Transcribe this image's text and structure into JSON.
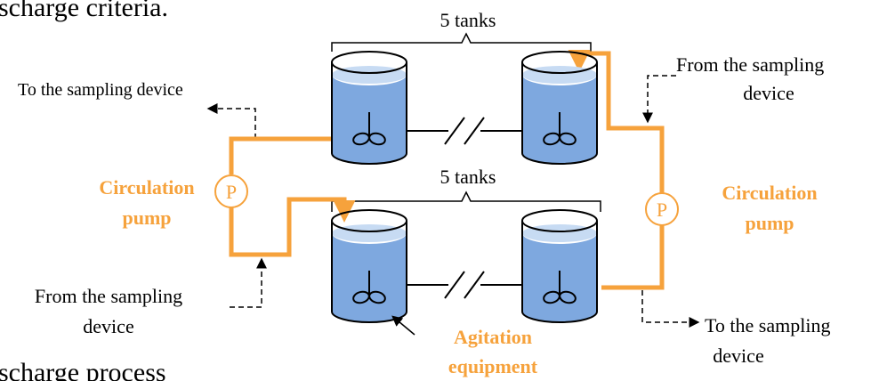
{
  "header_fragment": "scharge criteria.",
  "footer_fragment": "scharge process",
  "top_group": {
    "label": "5 tanks"
  },
  "bottom_group": {
    "label": "5 tanks"
  },
  "left_pump": {
    "symbol": "P",
    "label_line1": "Circulation",
    "label_line2": "pump"
  },
  "right_pump": {
    "symbol": "P",
    "label_line1": "Circulation",
    "label_line2": "pump"
  },
  "sampling": {
    "to_top_left": "To the sampling device",
    "from_top_right_line1": "From the sampling",
    "from_top_right_line2": "device",
    "from_bottom_left_line1": "From the sampling",
    "from_bottom_left_line2": "device",
    "to_bottom_right_line1": "To the sampling",
    "to_bottom_right_line2": "device"
  },
  "agitation": {
    "label_line1": "Agitation",
    "label_line2": "equipment"
  },
  "colors": {
    "pipe_orange": "#f6a23c",
    "label_orange": "#f6a23c",
    "tank_water": "#7ea8df",
    "tank_water_top": "#c7dbf3",
    "tank_outline": "#000000"
  },
  "icons": [
    "tank-icon",
    "agitator-icon",
    "pump-icon",
    "arrow-icon"
  ]
}
